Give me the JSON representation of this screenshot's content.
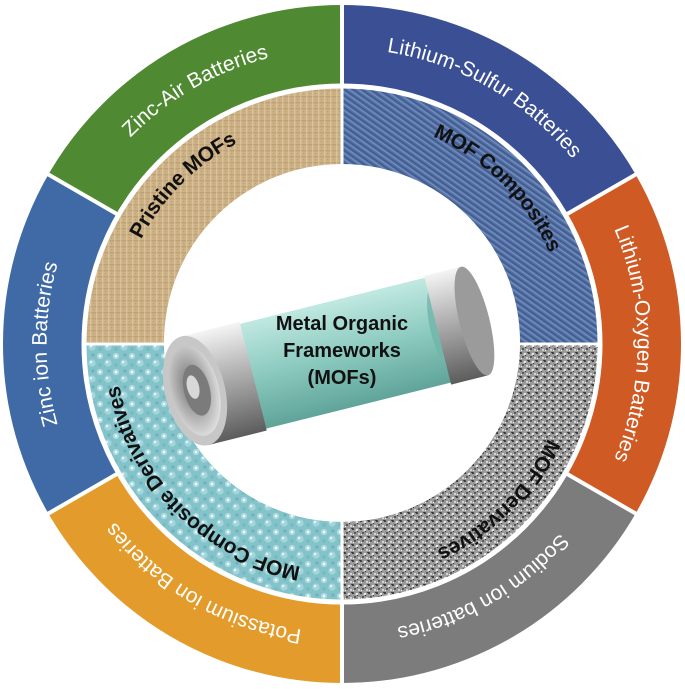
{
  "center": {
    "line1": "Metal Organic",
    "line2": "Frameworks",
    "line3": "(MOFs)"
  },
  "inner_ring": [
    {
      "label": "Pristine MOFs",
      "texture": "burlap",
      "color": "#c9ad80"
    },
    {
      "label": "MOF Composites",
      "texture": "denim",
      "color": "#5d79ad"
    },
    {
      "label": "MOF Derivatives",
      "texture": "noise",
      "color": "#8f8f8f"
    },
    {
      "label": "MOF Composite Derivatives",
      "texture": "bubbles",
      "color": "#86c6cc"
    }
  ],
  "outer_ring": [
    {
      "label": "Zinc-Air Batteries",
      "color": "#4f8a33"
    },
    {
      "label": "Lithium-Sulfur Batteries",
      "color": "#3a4f94"
    },
    {
      "label": "Lithium-Oxygen Batteries",
      "color": "#cf5a24"
    },
    {
      "label": "Sodium ion batteries",
      "color": "#7c7c7c"
    },
    {
      "label": "Potassium ion Batteries",
      "color": "#e39c2c"
    },
    {
      "label": "Zinc ion Batteries",
      "color": "#3f6aa6"
    }
  ]
}
